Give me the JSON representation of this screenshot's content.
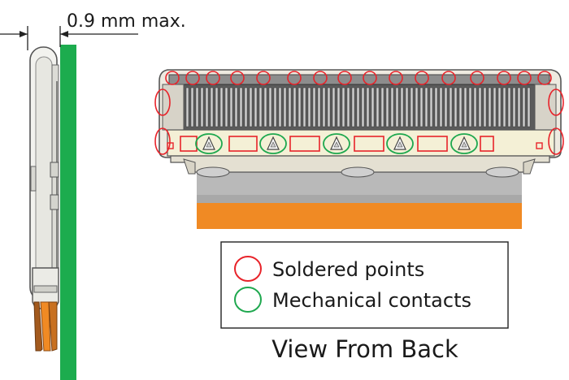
{
  "dimension": {
    "text": "0.9 mm max."
  },
  "legend": {
    "items": [
      {
        "label": "Soldered points",
        "color": "#e8232a"
      },
      {
        "label": "Mechanical contacts",
        "color": "#1fa84f"
      }
    ]
  },
  "caption": "View From Back",
  "colors": {
    "pcb": "#1cac4e",
    "fpc": "#f08a24",
    "solder_marker": "#e8232a",
    "contact_marker": "#1fa84f",
    "connector_body": "#eeeae0",
    "connector_outline": "#555555"
  }
}
